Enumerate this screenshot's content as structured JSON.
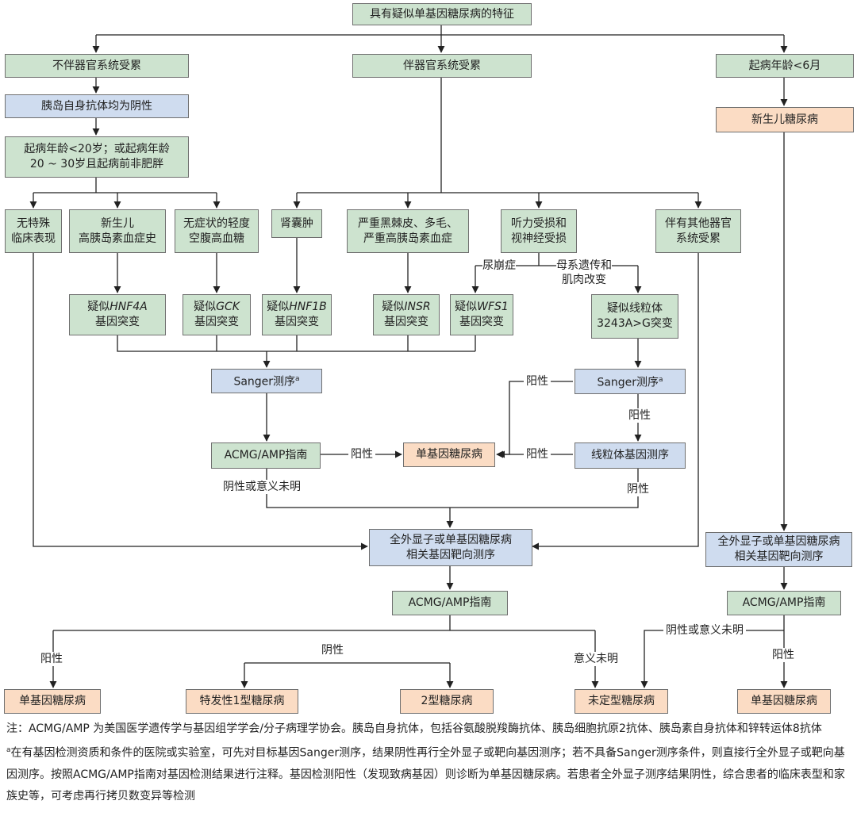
{
  "nodes": {
    "root": "具有疑似单基因糖尿病的特征",
    "no_organ": "不伴器官系统受累",
    "with_organ": "伴器官系统受累",
    "onset6m": "起病年龄<6月",
    "antibody_neg": "胰岛自身抗体均为阴性",
    "neonatal_dm": "新生儿糖尿病",
    "age_criteria": [
      "起病年龄<20岁；或起病年龄",
      "20 ~ 30岁且起病前非肥胖"
    ],
    "no_feature": [
      "无特殊",
      "临床表现"
    ],
    "neonatal_hypo": [
      "新生儿",
      "高胰岛素血症史"
    ],
    "mild_fasting": [
      "无症状的轻度",
      "空腹高血糖"
    ],
    "renal_cyst": "肾囊肿",
    "acanthosis": [
      "严重黑棘皮、多毛、",
      "严重高胰岛素血症"
    ],
    "hearing": [
      "听力受损和",
      "视神经受损"
    ],
    "other_organ": [
      "伴有其他器官",
      "系统受累"
    ],
    "hnf4a": {
      "pre": "疑似",
      "gene": "HNF4A",
      "post": "基因突变"
    },
    "gck": {
      "pre": "疑似",
      "gene": "GCK",
      "post": "基因突变"
    },
    "hnf1b": {
      "pre": "疑似",
      "gene": "HNF1B",
      "post": "基因突变"
    },
    "insr": {
      "pre": "疑似",
      "gene": "INSR",
      "post": "基因突变"
    },
    "wfs1": {
      "pre": "疑似",
      "gene": "WFS1",
      "post": "基因突变"
    },
    "mito": [
      "疑似线粒体",
      "3243A>G突变"
    ],
    "sanger_left": "Sanger测序",
    "sanger_right": "Sanger测序",
    "sanger_sup": "a",
    "acmg_mid": "ACMG/AMP指南",
    "mono_mid": "单基因糖尿病",
    "mito_seq": "线粒体基因测序",
    "wes_center": [
      "全外显子或单基因糖尿病",
      "相关基因靶向测序"
    ],
    "wes_right": [
      "全外显子或单基因糖尿病",
      "相关基因靶向测序"
    ],
    "acmg_bottom": "ACMG/AMP指南",
    "acmg_right": "ACMG/AMP指南",
    "out_mono_left": "单基因糖尿病",
    "out_t1": "特发性1型糖尿病",
    "out_t2": "2型糖尿病",
    "out_undef": "未定型糖尿病",
    "out_mono_right": "单基因糖尿病"
  },
  "edge_labels": {
    "diabetes_insipidus": "尿崩症",
    "maternal": [
      "母系遗传和",
      "肌肉改变"
    ],
    "pos_sanger_right": "阳性",
    "pos_to_mito": "阳性",
    "pos_acmg_mid": "阳性",
    "pos_mito_seq": "阳性",
    "neg_or_unclear_mid": "阴性或意义未明",
    "neg_mito_seq": "阴性",
    "pos_bottom_left": "阳性",
    "neg_bottom": "阴性",
    "unclear_bottom": "意义未明",
    "neg_or_unclear_right": "阴性或意义未明",
    "pos_right": "阳性"
  },
  "notes": {
    "line1": "注：ACMG/AMP 为美国医学遗传学与基因组学学会/分子病理学协会。胰岛自身抗体，包括谷氨酸脱羧酶抗体、胰岛细胞抗原2抗体、胰岛素自身抗体和锌转运体8抗体",
    "footnote_mark": "a",
    "line2": "在有基因检测资质和条件的医院或实验室，可先对目标基因Sanger测序，结果阴性再行全外显子或靶向基因测序；若不具备Sanger测序条件，则直接行全外显子或靶向基因测序。按照ACMG/AMP指南对基因检测结果进行注释。基因检测阳性（发现致病基因）则诊断为单基因糖尿病。若患者全外显子测序结果阴性，综合患者的临床表型和家族史等，可考虑再行拷贝数变异等检测"
  },
  "colors": {
    "green": "#cde3cf",
    "blue": "#cfdcef",
    "orange": "#fbdcc4",
    "line": "#222222",
    "border": "#6f6f6f"
  }
}
